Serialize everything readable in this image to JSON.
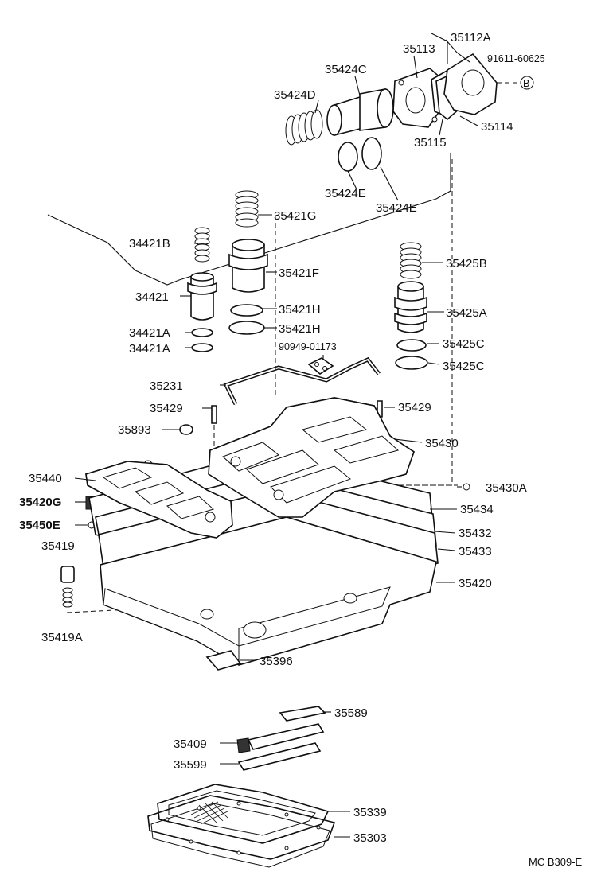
{
  "labels": {
    "p35112A": "35112A",
    "p35113": "35113",
    "p91611": "91611-60625",
    "pB": "B",
    "p35424C": "35424C",
    "p35424D": "35424D",
    "p35114": "35114",
    "p35115": "35115",
    "p35424E_1": "35424E",
    "p35424E_2": "35424E",
    "p35421G": "35421G",
    "p34421B": "34421B",
    "p35421F": "35421F",
    "p34421": "34421",
    "p35421H_1": "35421H",
    "p35421H_2": "35421H",
    "p34421A_1": "34421A",
    "p34421A_2": "34421A",
    "p35425B": "35425B",
    "p35425A": "35425A",
    "p35425C_1": "35425C",
    "p35425C_2": "35425C",
    "p90949": "90949-01173",
    "p35231": "35231",
    "p35429_1": "35429",
    "p35429_2": "35429",
    "p35893": "35893",
    "p35430": "35430",
    "p35440": "35440",
    "p35430A": "35430A",
    "p35420G": "35420G",
    "p35434": "35434",
    "p35450E": "35450E",
    "p35432": "35432",
    "p35419": "35419",
    "p35433": "35433",
    "p35420": "35420",
    "p35419A": "35419A",
    "p35396": "35396",
    "p35589": "35589",
    "p35409": "35409",
    "p35599": "35599",
    "p35339": "35339",
    "p35303": "35303"
  },
  "footer": {
    "code": "MC B309-E"
  }
}
